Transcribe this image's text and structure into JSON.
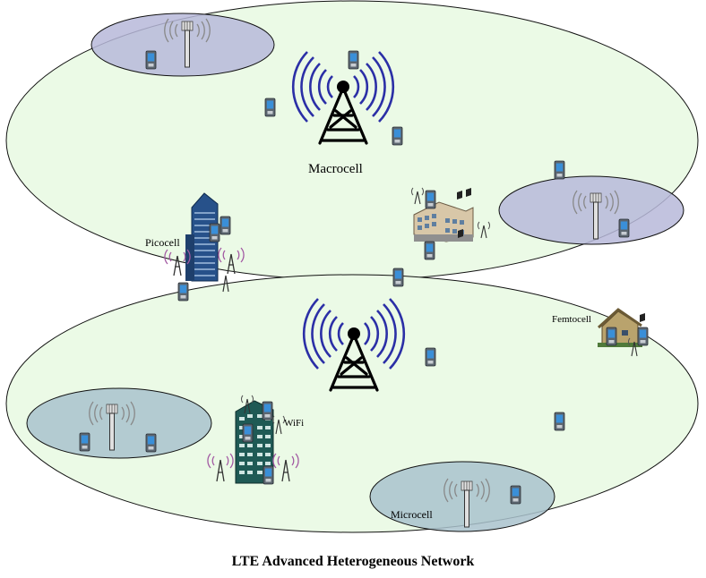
{
  "labels": {
    "macrocell": "Macrocell",
    "picocell": "Picocell",
    "femtocell": "Femtocell",
    "wifi": "WiFi",
    "microcell": "Microcell"
  },
  "caption": "LTE Advanced Heterogeneous Network",
  "colors": {
    "macro_fill": "#ebfae6",
    "small_cell_fill": "#b7b9d9",
    "small_cell_fill_2": "#a9c2cc",
    "wave": "#2b2fa6",
    "building": "#27518a"
  }
}
